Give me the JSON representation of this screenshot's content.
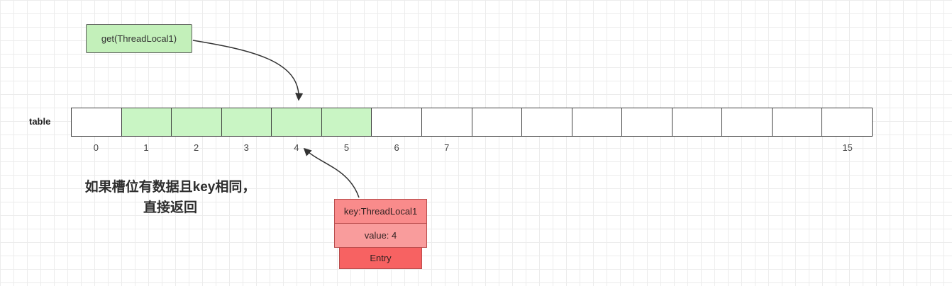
{
  "get_box": {
    "label": "get(ThreadLocal1)"
  },
  "table": {
    "label": "table",
    "cells": [
      {
        "label": "0",
        "highlighted": false
      },
      {
        "label": "1",
        "highlighted": true
      },
      {
        "label": "2",
        "highlighted": true
      },
      {
        "label": "3",
        "highlighted": true
      },
      {
        "label": "4",
        "highlighted": true
      },
      {
        "label": "5",
        "highlighted": true
      },
      {
        "label": "6",
        "highlighted": false
      },
      {
        "label": "7",
        "highlighted": false
      },
      {
        "label": "",
        "highlighted": false
      },
      {
        "label": "",
        "highlighted": false
      },
      {
        "label": "",
        "highlighted": false
      },
      {
        "label": "",
        "highlighted": false
      },
      {
        "label": "",
        "highlighted": false
      },
      {
        "label": "",
        "highlighted": false
      },
      {
        "label": "",
        "highlighted": false
      },
      {
        "label": "15",
        "highlighted": false
      }
    ]
  },
  "note": {
    "line1": "如果槽位有数据且key相同，",
    "line2": "直接返回"
  },
  "entry_stack": {
    "key": "key:ThreadLocal1",
    "value": "value: 4",
    "entry": "Entry"
  },
  "colors": {
    "green_box": "#c3f0ba",
    "green_cell": "#c9f5c4",
    "red_light": "#f98b8b",
    "red_mid": "#f99c9c",
    "red_dark": "#f76262",
    "cell_border": "#404040",
    "arrow": "#333333"
  }
}
